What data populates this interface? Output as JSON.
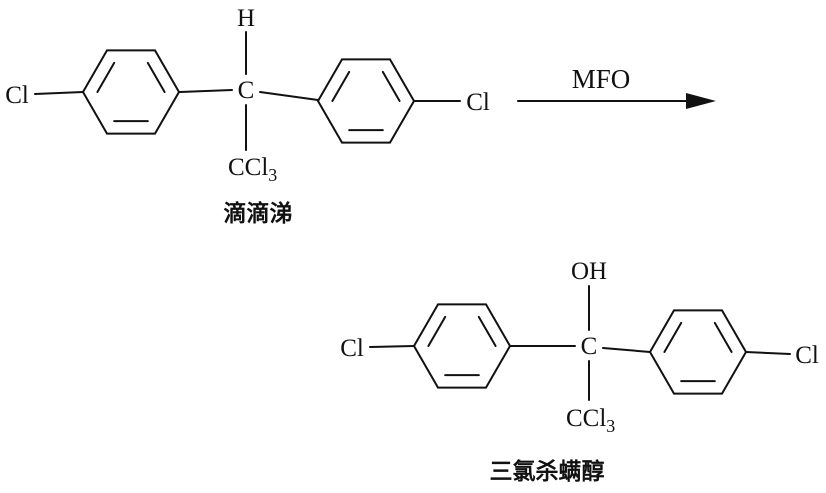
{
  "reaction": {
    "arrow_label": "MFO",
    "reactant": {
      "name": "滴滴涕",
      "top_substituent": "H",
      "central_atom": "C",
      "left_substituent": "Cl",
      "right_substituent": "Cl",
      "bottom_group": "CCl",
      "bottom_group_subscript": "3"
    },
    "product": {
      "name": "三氯杀螨醇",
      "top_substituent": "OH",
      "central_atom": "C",
      "left_substituent": "Cl",
      "right_substituent": "Cl",
      "bottom_group": "CCl",
      "bottom_group_subscript": "3"
    },
    "colors": {
      "ink": "#111111",
      "background": "#ffffff"
    }
  }
}
